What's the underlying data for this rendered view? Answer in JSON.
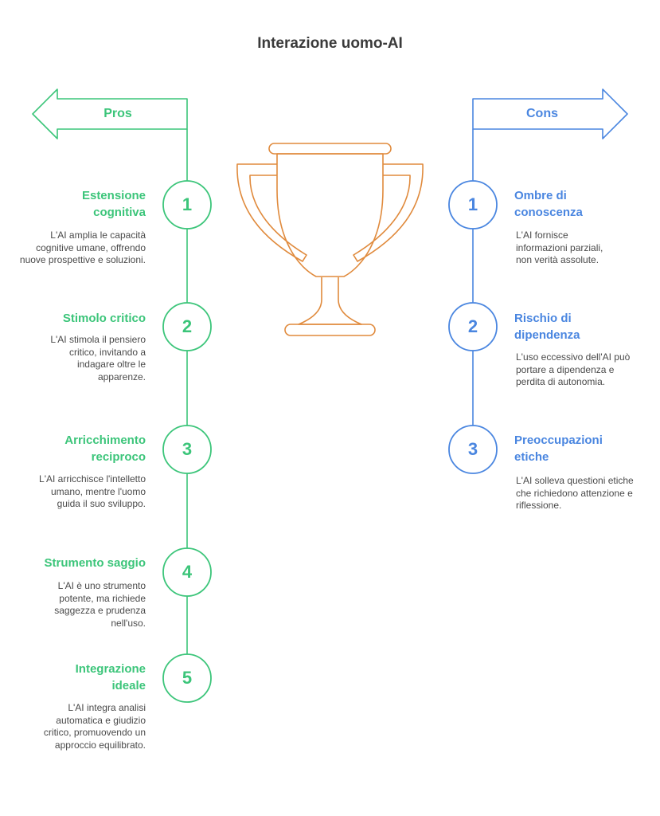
{
  "title": "Interazione uomo-AI",
  "colors": {
    "pros": "#3cc57a",
    "cons": "#4a86e0",
    "trophy": "#e08a3c"
  },
  "pros": {
    "label": "Pros",
    "items": [
      {
        "number": "1",
        "title": "Estensione cognitiva",
        "description": "L'AI amplia le capacità cognitive umane, offrendo nuove prospettive e soluzioni."
      },
      {
        "number": "2",
        "title": "Stimolo critico",
        "description": "L'AI stimola il pensiero critico, invitando a indagare oltre le apparenze."
      },
      {
        "number": "3",
        "title": "Arricchimento reciproco",
        "description": "L'AI arricchisce l'intelletto umano, mentre l'uomo guida il suo sviluppo."
      },
      {
        "number": "4",
        "title": "Strumento saggio",
        "description": "L'AI è uno strumento potente, ma richiede saggezza e prudenza nell'uso."
      },
      {
        "number": "5",
        "title": "Integrazione ideale",
        "description": "L'AI integra analisi automatica e giudizio critico, promuovendo un approccio equilibrato."
      }
    ]
  },
  "cons": {
    "label": "Cons",
    "items": [
      {
        "number": "1",
        "title": "Ombre di conoscenza",
        "description": "L'AI fornisce informazioni parziali, non verità assolute."
      },
      {
        "number": "2",
        "title": "Rischio di dipendenza",
        "description": "L'uso eccessivo dell'AI può portare a dipendenza e perdita di autonomia."
      },
      {
        "number": "3",
        "title": "Preoccupazioni etiche",
        "description": "L'AI solleva questioni etiche che richiedono attenzione e riflessione."
      }
    ]
  }
}
